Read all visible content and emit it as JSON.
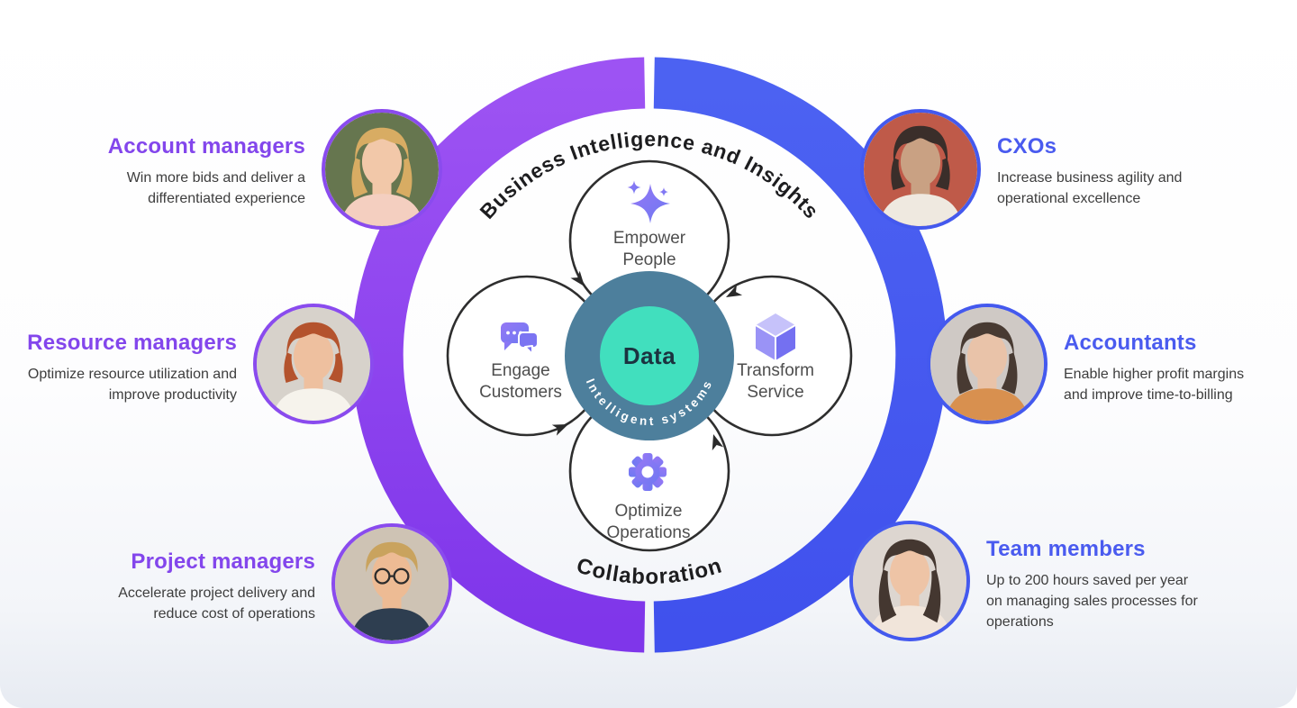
{
  "accents": {
    "left_title_color": "#8346EC",
    "right_title_color": "#4A5BEF",
    "left_ring_color": "#8A4BEE",
    "right_ring_color": "#4459EE",
    "arc_purple_top": "#9D53F3",
    "arc_purple_bottom": "#7F36EA",
    "arc_blue_top": "#4C62F2",
    "arc_blue_bottom": "#4051ED",
    "icon_gradient_start": "#9577F5",
    "icon_gradient_end": "#6E79F2"
  },
  "diagram": {
    "top_arc_label": "Business Intelligence and Insights",
    "bottom_arc_label": "Collaboration",
    "hub": {
      "label": "Data",
      "ring_label": "Intelligent systems",
      "ring_color": "#4D7F9C",
      "core_color": "#41DFBE"
    },
    "nodes": {
      "top": {
        "icon": "sparkle-icon",
        "line1": "Empower",
        "line2": "People"
      },
      "right": {
        "icon": "cube-icon",
        "line1": "Transform",
        "line2": "Service"
      },
      "bottom": {
        "icon": "gear-icon",
        "line1": "Optimize",
        "line2": "Operations"
      },
      "left": {
        "icon": "chat-icon",
        "line1": "Engage",
        "line2": "Customers"
      }
    }
  },
  "personas": {
    "account_managers": {
      "title": "Account managers",
      "lines": [
        "Win more bids and deliver a",
        "differentiated experience"
      ],
      "avatar": {
        "bg": "#66764f",
        "hair": "#d8ac63",
        "skin": "#f2c8a9",
        "shirt": "#f4cfc0"
      }
    },
    "resource_managers": {
      "title": "Resource managers",
      "lines": [
        "Optimize resource utilization and",
        "improve productivity"
      ],
      "avatar": {
        "bg": "#d7d2cb",
        "hair": "#b4532d",
        "skin": "#eec09f",
        "shirt": "#f6f3ec"
      }
    },
    "project_managers": {
      "title": "Project managers",
      "lines": [
        "Accelerate project delivery and",
        "reduce cost of operations"
      ],
      "avatar": {
        "bg": "#cec3b4",
        "hair": "#c9a35e",
        "skin": "#edbb94",
        "shirt": "#2e3e50"
      }
    },
    "cxos": {
      "title": "CXOs",
      "lines": [
        "Increase business agility and",
        "operational excellence"
      ],
      "avatar": {
        "bg": "#bf5a49",
        "hair": "#3a2e2a",
        "skin": "#c9a183",
        "shirt": "#efe9e0"
      }
    },
    "accountants": {
      "title": "Accountants",
      "lines": [
        "Enable higher profit margins",
        "and improve time-to-billing"
      ],
      "avatar": {
        "bg": "#cfc9c5",
        "hair": "#483a32",
        "skin": "#e9c3a9",
        "shirt": "#d8904f"
      }
    },
    "team_members": {
      "title": "Team members",
      "lines": [
        "Up to 200 hours saved per year",
        "on managing sales processes for",
        "operations"
      ],
      "avatar": {
        "bg": "#ddd6d0",
        "hair": "#443730",
        "skin": "#eec4a6",
        "shirt": "#f1e5da"
      }
    }
  }
}
